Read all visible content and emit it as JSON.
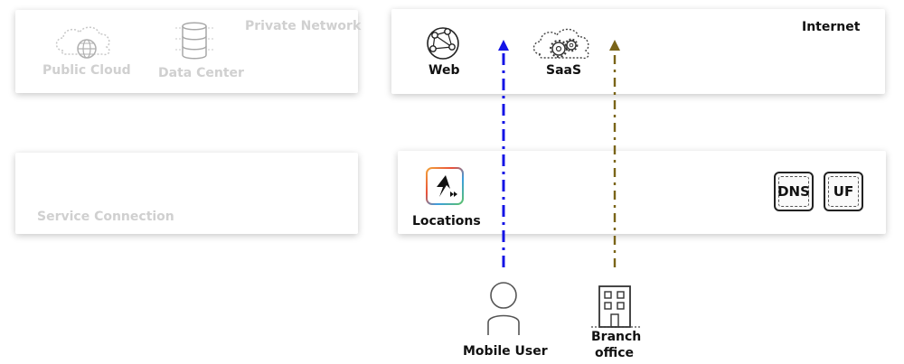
{
  "private_network": {
    "title": "Private Network",
    "public_cloud": "Public Cloud",
    "data_center": "Data Center"
  },
  "internet": {
    "title": "Internet",
    "web": "Web",
    "saas": "SaaS"
  },
  "service_connection": {
    "title": "Service Connection"
  },
  "locations": {
    "title": "Locations",
    "badges": [
      "DNS",
      "UF"
    ]
  },
  "users": {
    "mobile_user": "Mobile User",
    "branch_office_line1": "Branch",
    "branch_office_line2": "office"
  },
  "colors": {
    "mobile_flow": "#1414e6",
    "branch_flow": "#7a6418",
    "muted_text": "#d0d0d0"
  }
}
